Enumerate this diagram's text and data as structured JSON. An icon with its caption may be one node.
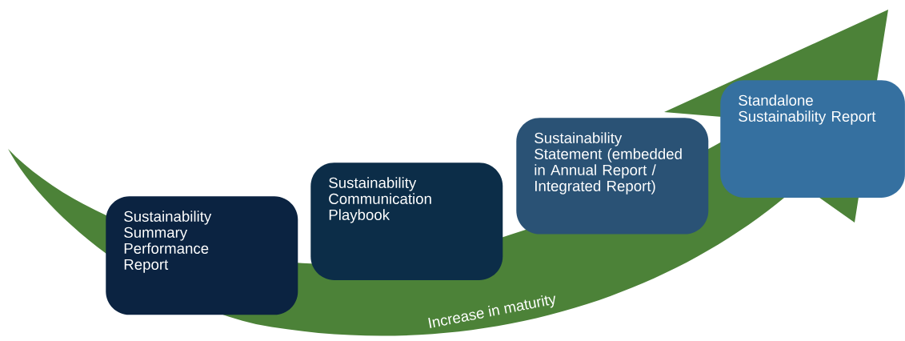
{
  "diagram": {
    "nodes": [
      {
        "text": [
          "Sustainability Summary Performance Report"
        ]
      },
      {
        "text": [
          "Sustainability Communication Playbook"
        ]
      },
      {
        "text": [
          "Sustainability Statement (embedded in Annual Report / Integrated Report)"
        ]
      },
      {
        "text": [
          "Standalone Sustainability Report"
        ]
      }
    ],
    "labels": [
      "Increase in maturity"
    ]
  }
}
